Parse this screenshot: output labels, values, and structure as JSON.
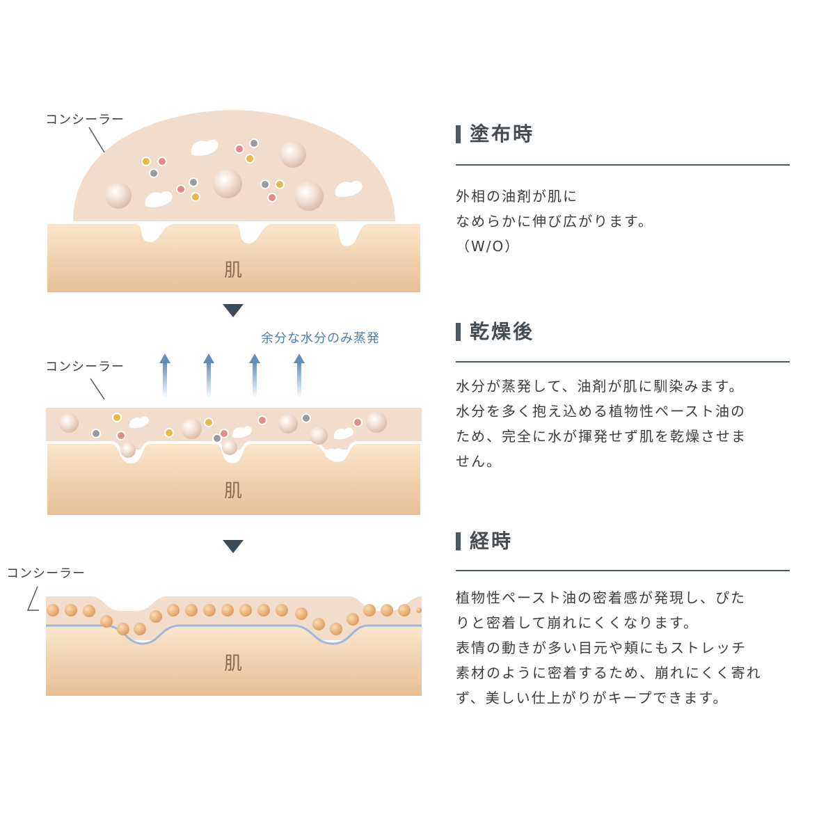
{
  "skin_label": "肌",
  "concealer_label": "コンシーラー",
  "evaporation_label": "余分な水分のみ蒸発",
  "colors": {
    "skin_top": "#fbe6cc",
    "skin_bottom": "#e8c39a",
    "concealer": "#f2dccb",
    "accent_blue": "#4e7fa8",
    "title_bar": "#4b5963"
  },
  "steps": [
    {
      "title": "塗布時",
      "lines": [
        "外相の油剤が肌に",
        "なめらかに伸び広がります。",
        "（W/O）"
      ]
    },
    {
      "title": "乾燥後",
      "lines": [
        "水分が蒸発して、油剤が肌に馴染みます。",
        "水分を多く抱え込める植物性ペースト油の",
        "ため、完全に水が揮発せず肌を乾燥させま",
        "せん。"
      ]
    },
    {
      "title": "経時",
      "lines": [
        "植物性ペースト油の密着感が発現し、ぴた",
        "りと密着して崩れにくくなります。",
        "表情の動きが多い目元や頬にもストレッチ",
        "素材のように密着するため、崩れにくく寄れ",
        "ず、美しい仕上がりがキープできます。"
      ]
    }
  ]
}
